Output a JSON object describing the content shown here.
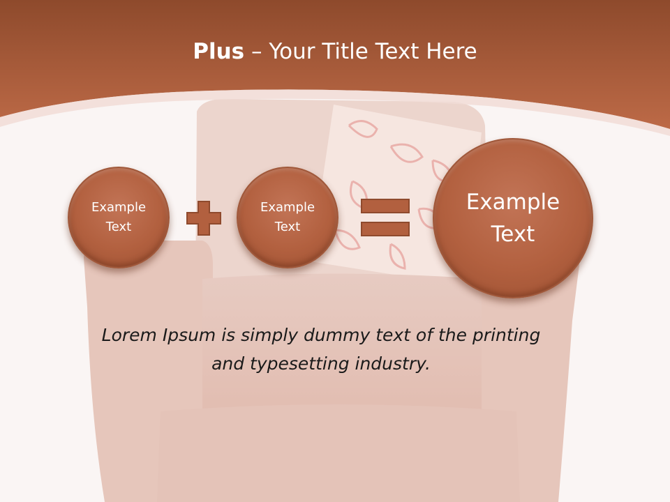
{
  "title": {
    "bold": "Plus",
    "rest": " – Your Title Text Here"
  },
  "equation": {
    "term1": {
      "line1": "Example",
      "line2": "Text"
    },
    "term2": {
      "line1": "Example",
      "line2": "Text"
    },
    "result": {
      "line1": "Example",
      "line2": "Text"
    }
  },
  "body": {
    "line1": "Lorem Ipsum is simply dummy text of the printing",
    "line2": "and typesetting industry."
  },
  "colors": {
    "header": "#b4603e",
    "accent": "#b2603f",
    "text": "#1a1a1a"
  }
}
